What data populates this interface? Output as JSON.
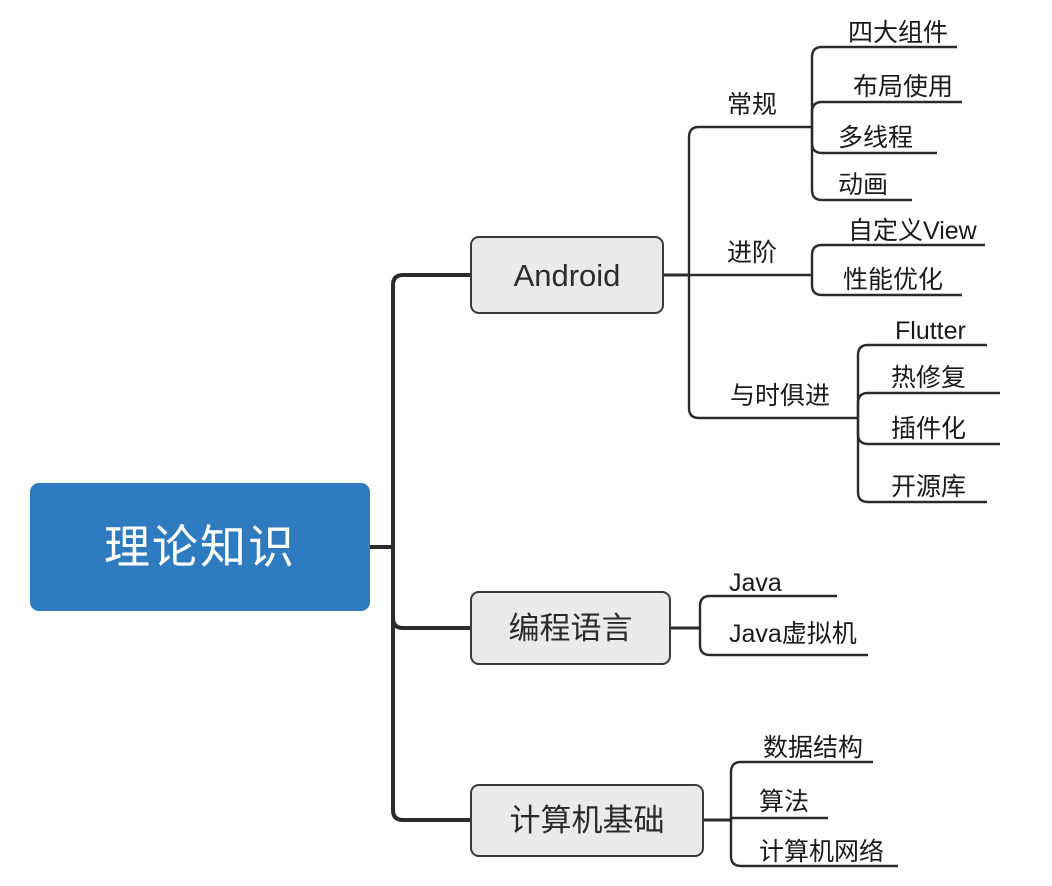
{
  "diagram": {
    "type": "mindmap",
    "title": "理论知识",
    "orientation": "left-to-right",
    "colors": {
      "root_fill": "#2E7CBF",
      "root_text": "#FFFFFF",
      "branch_fill": "#EAEAEA",
      "branch_border": "#3A3A3A",
      "text": "#1A1A1A",
      "link": "#2B2B2B",
      "background": "#FFFFFF"
    },
    "root": {
      "label": "理论知识"
    },
    "branches": [
      {
        "label": "Android",
        "groups": [
          {
            "label": "常规",
            "leaves": [
              "四大组件",
              "布局使用",
              "多线程",
              "动画"
            ]
          },
          {
            "label": "进阶",
            "leaves": [
              "自定义View",
              "性能优化"
            ]
          },
          {
            "label": "与时俱进",
            "leaves": [
              "Flutter",
              "热修复",
              "插件化",
              "开源库"
            ]
          }
        ]
      },
      {
        "label": "编程语言",
        "groups": [
          {
            "label": "",
            "leaves": [
              "Java",
              "Java虚拟机"
            ]
          }
        ]
      },
      {
        "label": "计算机基础",
        "groups": [
          {
            "label": "",
            "leaves": [
              "数据结构",
              "算法",
              "计算机网络"
            ]
          }
        ]
      }
    ]
  }
}
